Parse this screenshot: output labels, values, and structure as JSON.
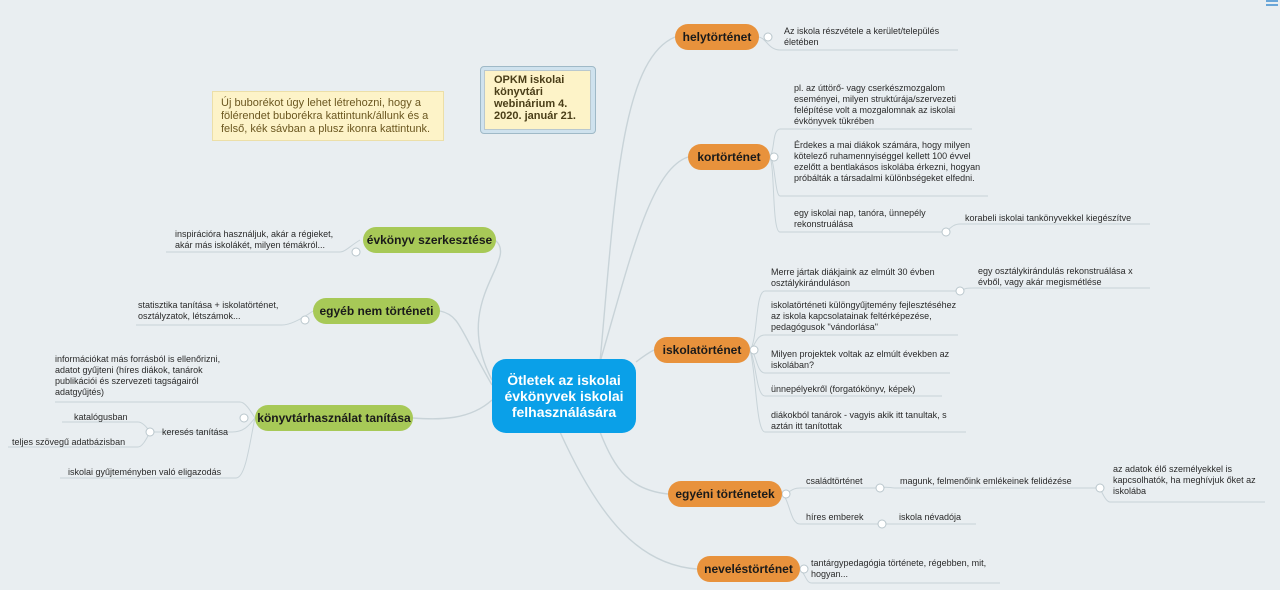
{
  "central": {
    "title": "Ötletek az iskolai\névkönyvek iskolai\nfelhasználására"
  },
  "note": {
    "text": "Új buborékot úgy lehet létrehozni, hogy a fölérendet buborékra kattintunk/állunk és a felső, kék sávban a plusz ikonra kattintunk."
  },
  "opkm": {
    "text": "OPKM iskolai\nkönyvtári\nwebinárium 4.\n2020. január 21."
  },
  "branches": {
    "helytortenet": "helytörténet",
    "kortortenet": "kortörténet",
    "iskolatortenet": "iskolatörténet",
    "egyeni": "egyéni történetek",
    "neveles": "neveléstörténet",
    "evkonyv": "évkönyv szerkesztése",
    "egyeb": "egyéb nem történeti",
    "konyvtar": "könyvtárhasználat tanítása"
  },
  "subs": {
    "h1": "Az iskola részvétele a kerület/település életében",
    "k1": "pl. az úttörő- vagy cserkészmozgalom eseményei, milyen struktúrája/szervezeti felépítése volt a mozgalomnak az iskolai évkönyvek tükrében",
    "k2": "Érdekes a mai diákok számára, hogy milyen kötelező ruhamennyiséggel kellett 100 évvel ezelőtt a bentlakásos iskolába érkezni, hogyan próbálták a társadalmi különbségeket  elfedni.",
    "k3": "egy iskolai nap, tanóra, ünnepély rekonstruálása",
    "k3a": "korabeli iskolai tankönyvekkel kiegészítve",
    "i1": "Merre jártak diákjaink az elmúlt 30 évben osztálykiránduláson",
    "i1a": "egy osztálykirándulás rekonstruálása x évből, vagy akár megismétlése",
    "i2": "iskolatörténeti különgyűjtemény fejlesztéséhez az iskola kapcsolatainak feltérképezése, pedagógusok \"vándorlása\"",
    "i3": "Milyen projektek voltak az elmúlt években az iskolában?",
    "i4": "ünnepélyekről (forgatókönyv, képek)",
    "i5": "diákokból tanárok - vagyis akik itt tanultak, s aztán itt tanítottak",
    "e1": "családtörténet",
    "e1a": "magunk, felmenőink emlékeinek felidézése",
    "e1b": "az adatok élő személyekkel is kapcsolhatók, ha meghívjuk őket az iskolába",
    "e2": "híres emberek",
    "e2a": "iskola névadója",
    "n1": "tantárgypedagógia története, régebben, mit, hogyan...",
    "ev1": "inspirációra használjuk, akár a régieket, akár más iskolákét, milyen témákról...",
    "eg1": "statisztika tanítása + iskolatörténet, osztályzatok, létszámok...",
    "ko1": "információkat más forrásból is ellenőrizni, adatot gyűjteni (híres diákok, tanárok publikációi és szervezeti tagságairól adatgyűjtés)",
    "ko2": "keresés tanítása",
    "ko2a": "katalógusban",
    "ko2b": "teljes szövegű adatbázisban",
    "ko3": "iskolai gyűjteményben való eligazodás"
  }
}
